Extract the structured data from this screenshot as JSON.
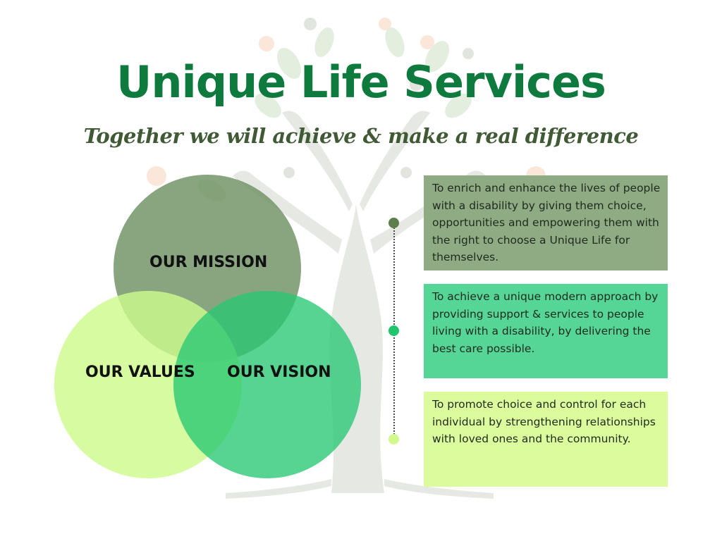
{
  "header": {
    "title": "Unique Life Services",
    "tagline": "Together we will achieve & make a real difference"
  },
  "venn": {
    "mission_label": "OUR MISSION",
    "values_label": "OUR VALUES",
    "vision_label": "OUR VISION"
  },
  "statements": [
    {
      "text": "To enrich and enhance the lives of people with a disability by giving them choice, opportunities and empowering them with the right to choose a Unique Life for themselves."
    },
    {
      "text": "To achieve a unique modern approach by providing support & services to people living with a disability, by delivering the best care possible."
    },
    {
      "text": "To promote choice and control for each individual by strengthening relationships with loved ones and the community."
    }
  ],
  "colors": {
    "title_green": "#0f7a3e",
    "tagline_green": "#3f5a34",
    "mission": "#6e9164",
    "values": "#cdfa8c",
    "vision": "#28c873"
  }
}
